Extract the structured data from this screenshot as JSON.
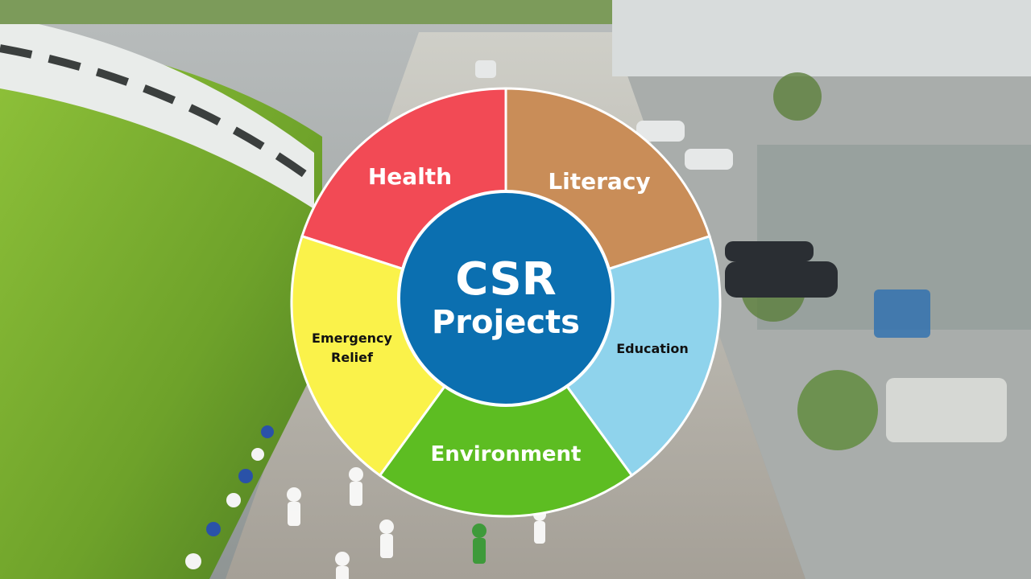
{
  "diagram": {
    "center": {
      "line1": "CSR",
      "line2": "Projects",
      "color": "#0b6fb0"
    },
    "segments": [
      {
        "label": "Health",
        "color": "#f24a55",
        "text_color": "#ffffff"
      },
      {
        "label": "Literacy",
        "color": "#c98d58",
        "text_color": "#ffffff"
      },
      {
        "label": "Education",
        "color": "#8fd3ec",
        "text_color": "#111111"
      },
      {
        "label": "Environment",
        "color": "#5dbd22",
        "text_color": "#ffffff"
      },
      {
        "label_line1": "Emergency",
        "label_line2": "Relief",
        "color": "#faf24a",
        "text_color": "#111111"
      }
    ],
    "border_color": "#ffffff"
  }
}
